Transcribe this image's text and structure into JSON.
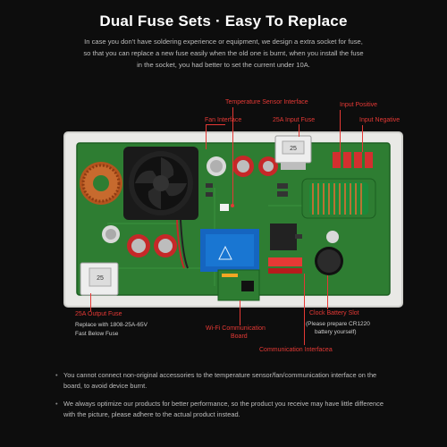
{
  "title": "Dual Fuse Sets · Easy To Replace",
  "intro": [
    "In case you don't have soldering experience or equipment, we design a extra socket for fuse,",
    "so that you can replace a new fuse easily when the old one is burnt, when you install the fuse",
    "in the socket, you had better to set the current under 10A."
  ],
  "annotations": {
    "temp_sensor": "Temperature Sensor Interface",
    "fan": "Fan Interface",
    "input_fuse": "25A Input Fuse",
    "input_positive": "Input Positive",
    "input_negative": "Input Negative",
    "output_fuse": "25A Output Fuse",
    "output_fuse_note_1": "Replace with 1808-25A-65V",
    "output_fuse_note_2": "Fast Below Fuse",
    "wifi_board_1": "Wi-Fi Communication",
    "wifi_board_2": "Board",
    "clock_battery": "Clock Battery Slot",
    "clock_battery_note_1": "(Please prepare CR1220",
    "clock_battery_note_2": "battery yourself)",
    "comm_interface": "Communication Interfacea"
  },
  "board_labels": {
    "fuse_top": "25",
    "fuse_left": "25"
  },
  "bullets": [
    "You cannot connect non-original accessories to the temperature sensor/fan/communication interface on the board, to avoid device burnt.",
    "We always optimize our products for better performance, so the product you receive may have little difference with the picture,  please adhere to the actual product instead."
  ],
  "colors": {
    "background": "#0d0d0d",
    "accent_red": "#e53935",
    "pcb_green": "#2e7d32",
    "enclosure": "#e9e9e6"
  }
}
